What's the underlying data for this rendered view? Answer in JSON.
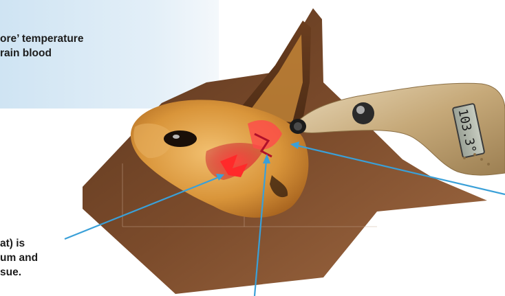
{
  "captions": {
    "top": [
      "ore’ temperature",
      "rain blood"
    ],
    "bottom": [
      "at) is",
      "um and",
      "sue."
    ]
  },
  "thermometer": {
    "display_reading": "103.3°"
  },
  "colors": {
    "background_panel": "#dbeaf6",
    "platform_brown": "#7a4a2a",
    "fur": "#d99a3a",
    "arrow": "#3aa0d8",
    "device": "#c9b08a"
  },
  "icons": [
    "dog-head-illustration",
    "ear-thermometer-icon",
    "pointer-arrow"
  ]
}
